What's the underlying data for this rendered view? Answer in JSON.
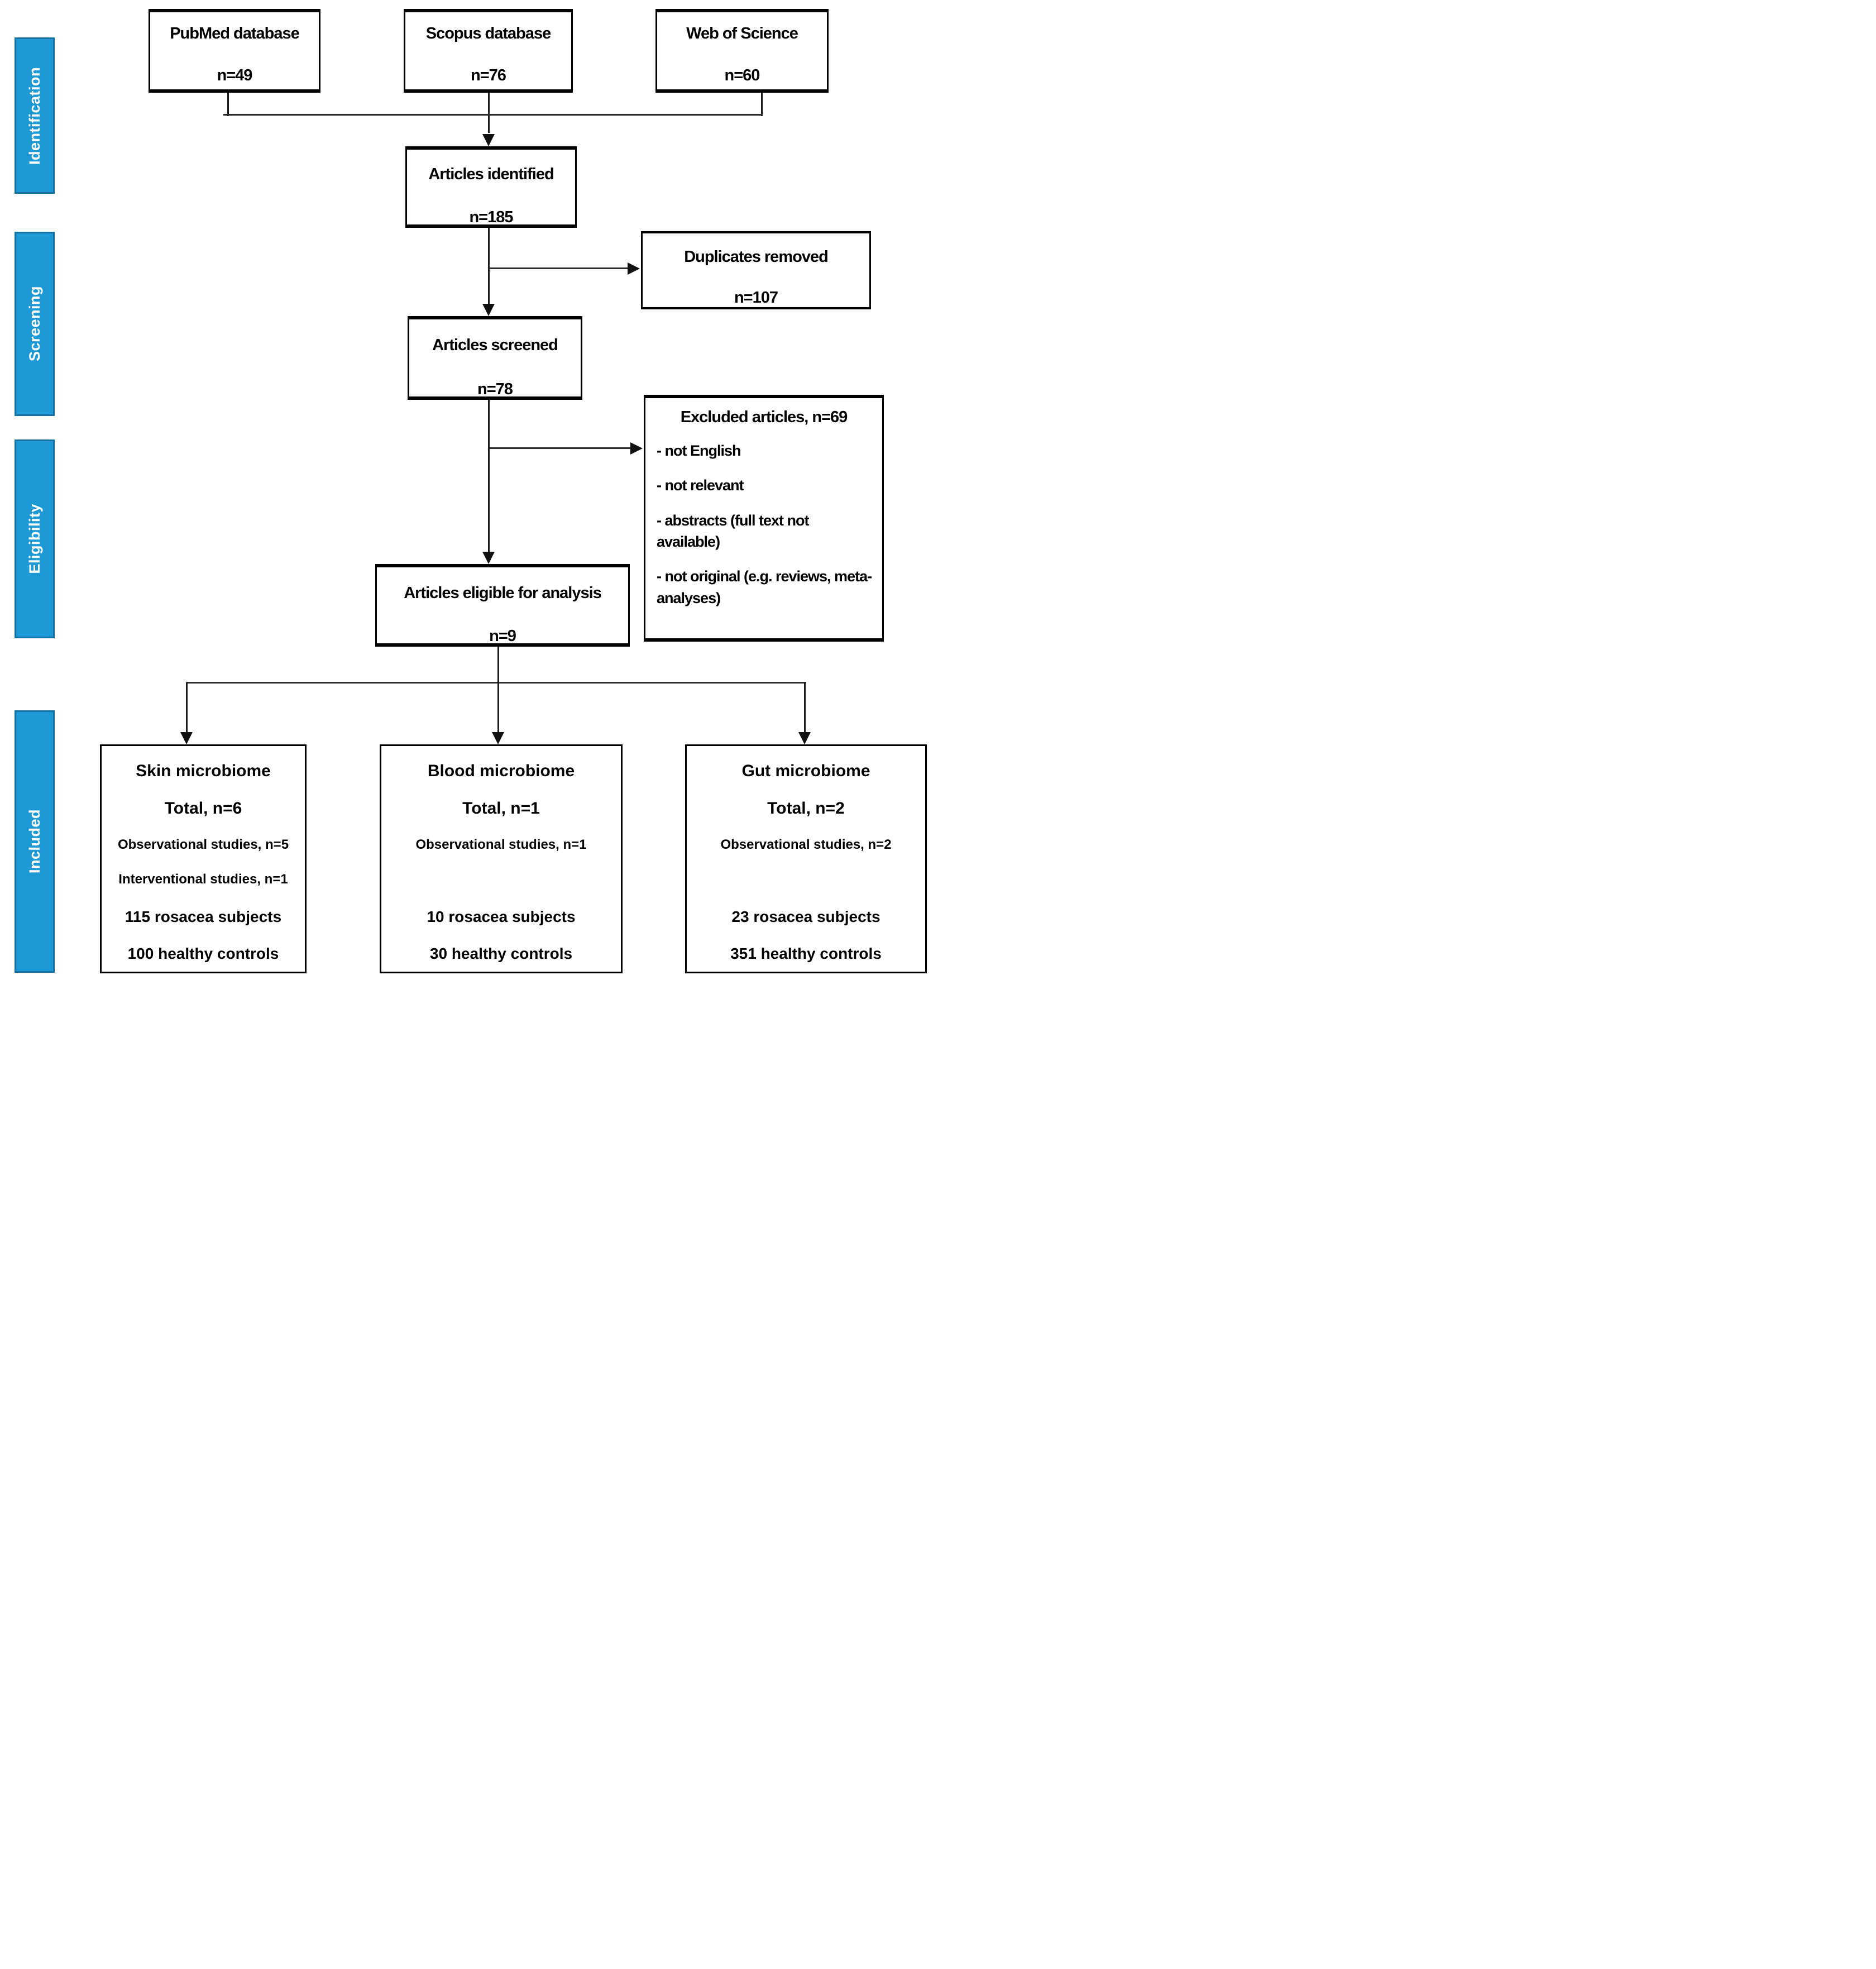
{
  "figure": {
    "type": "prisma-flow-diagram",
    "topic": "Rosacea microbiome systematic review study selection"
  },
  "colors": {
    "stage_fill": "#1d9ad6",
    "stage_border": "#1470a0",
    "stage_text": "#ffffff",
    "box_border": "#000000",
    "text": "#000000",
    "connector": "#1a1a1a",
    "background": "#ffffff"
  },
  "stages": {
    "identification": "Identification",
    "screening": "Screening",
    "eligibility": "Eligibility",
    "included": "Included"
  },
  "sources": [
    {
      "title": "PubMed database",
      "count": "n=49"
    },
    {
      "title": "Scopus database",
      "count": "n=76"
    },
    {
      "title": "Web of Science",
      "count": "n=60"
    }
  ],
  "identified": {
    "title": "Articles identified",
    "count": "n=185"
  },
  "duplicates": {
    "title": "Duplicates removed",
    "count": "n=107"
  },
  "screened": {
    "title": "Articles screened",
    "count": "n=78"
  },
  "excluded": {
    "title": "Excluded articles, n=69",
    "reasons": [
      "- not English",
      "- not relevant",
      "- abstracts (full text not available)",
      "- not original (e.g. reviews, meta-analyses)"
    ]
  },
  "eligible": {
    "title": "Articles eligible for analysis",
    "count": "n=9"
  },
  "included": [
    {
      "title": "Skin microbiome",
      "total": "Total, n=6",
      "study_lines": [
        "Observational studies, n=5",
        "Interventional studies, n=1"
      ],
      "subjects": "115 rosacea subjects",
      "controls": "100 healthy controls"
    },
    {
      "title": "Blood microbiome",
      "total": "Total, n=1",
      "study_lines": [
        "Observational studies, n=1"
      ],
      "subjects": "10 rosacea subjects",
      "controls": "30 healthy controls"
    },
    {
      "title": "Gut microbiome",
      "total": "Total, n=2",
      "study_lines": [
        "Observational studies, n=2"
      ],
      "subjects": "23 rosacea subjects",
      "controls": "351 healthy controls"
    }
  ]
}
